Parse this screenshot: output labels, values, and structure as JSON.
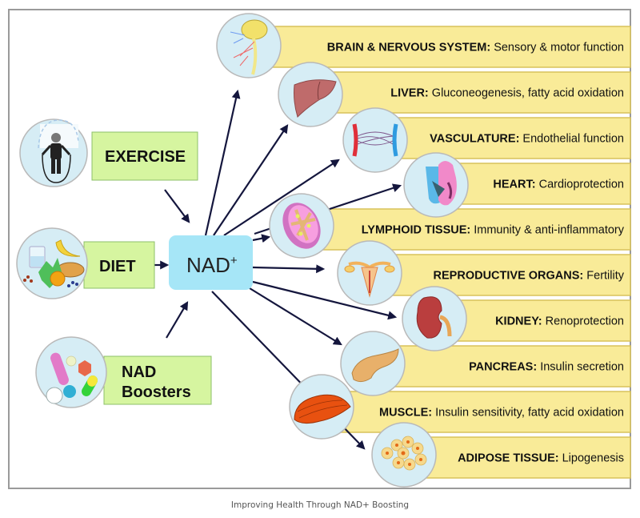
{
  "caption": "Improving Health Through NAD+ Boosting",
  "center_node": {
    "label": "NAD",
    "superscript": "+",
    "color": "#a6e6f7"
  },
  "colors": {
    "source_fill": "#d6f5a0",
    "source_border": "#8cc06a",
    "target_fill": "#f9eb98",
    "target_border": "#d8c25a",
    "icon_circle": "#d6edf5",
    "arrow": "#14163d"
  },
  "sources": [
    {
      "id": "exercise",
      "lines": [
        "EXERCISE"
      ],
      "icon": "jump-rope-icon"
    },
    {
      "id": "diet",
      "lines": [
        "DIET"
      ],
      "icon": "food-icon"
    },
    {
      "id": "boosters",
      "lines": [
        "NAD",
        "Boosters"
      ],
      "icon": "pills-icon"
    }
  ],
  "targets": [
    {
      "id": "brain",
      "title": "BRAIN & NERVOUS SYSTEM:",
      "desc": " Sensory & motor function",
      "icon": "brain-icon"
    },
    {
      "id": "liver",
      "title": "LIVER:",
      "desc": "  Gluconeogenesis, fatty acid oxidation",
      "icon": "liver-icon"
    },
    {
      "id": "vasculature",
      "title": "VASCULATURE:",
      "desc": " Endothelial function",
      "icon": "blood-vessel-icon"
    },
    {
      "id": "heart",
      "title": "HEART:",
      "desc": "  Cardioprotection",
      "icon": "heart-icon"
    },
    {
      "id": "lymphoid",
      "title": "LYMPHOID TISSUE:",
      "desc": " Immunity & anti-inflammatory",
      "icon": "lymph-node-icon"
    },
    {
      "id": "reproductive",
      "title": "REPRODUCTIVE ORGANS:",
      "desc": " Fertility",
      "icon": "uterus-icon"
    },
    {
      "id": "kidney",
      "title": "KIDNEY:",
      "desc": "  Renoprotection",
      "icon": "kidney-icon"
    },
    {
      "id": "pancreas",
      "title": "PANCREAS:",
      "desc": " Insulin secretion",
      "icon": "pancreas-icon"
    },
    {
      "id": "muscle",
      "title": "MUSCLE:",
      "desc": " Insulin sensitivity, fatty acid oxidation",
      "icon": "muscle-icon"
    },
    {
      "id": "adipose",
      "title": "ADIPOSE TISSUE:",
      "desc": "  Lipogenesis",
      "icon": "fat-cells-icon"
    }
  ]
}
